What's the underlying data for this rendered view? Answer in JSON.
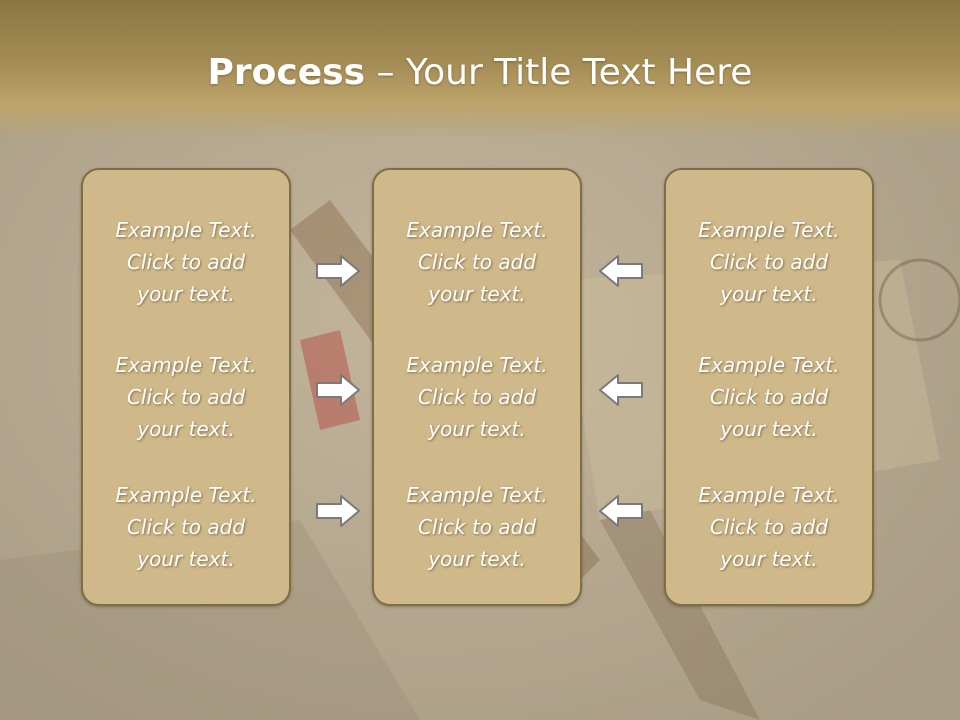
{
  "slide": {
    "title_bold": "Process",
    "title_rest": " – Your Title Text Here"
  },
  "columns": [
    {
      "items": [
        {
          "line1": "Example Text.",
          "line2": "Click  to add",
          "line3": "your text."
        },
        {
          "line1": "Example Text.",
          "line2": "Click  to add",
          "line3": "your text."
        },
        {
          "line1": "Example Text.",
          "line2": "Click  to add",
          "line3": "your text."
        }
      ]
    },
    {
      "items": [
        {
          "line1": "Example Text.",
          "line2": "Click  to add",
          "line3": "your text."
        },
        {
          "line1": "Example Text.",
          "line2": "Click  to add",
          "line3": "your text."
        },
        {
          "line1": "Example Text.",
          "line2": "Click  to add",
          "line3": "your text."
        }
      ]
    },
    {
      "items": [
        {
          "line1": "Example Text.",
          "line2": "Click  to add",
          "line3": "your text."
        },
        {
          "line1": "Example Text.",
          "line2": "Click  to add",
          "line3": "your text."
        },
        {
          "line1": "Example Text.",
          "line2": "Click  to add",
          "line3": "your text."
        }
      ]
    }
  ],
  "arrows": {
    "left_group": [
      "arrow-right-icon",
      "arrow-right-icon",
      "arrow-right-icon"
    ],
    "right_group": [
      "arrow-left-icon",
      "arrow-left-icon",
      "arrow-left-icon"
    ]
  },
  "colors": {
    "title_band": "#a48c55",
    "box_fill": "#cfb98a",
    "box_border": "#7f6d45",
    "text": "#ffffff"
  }
}
